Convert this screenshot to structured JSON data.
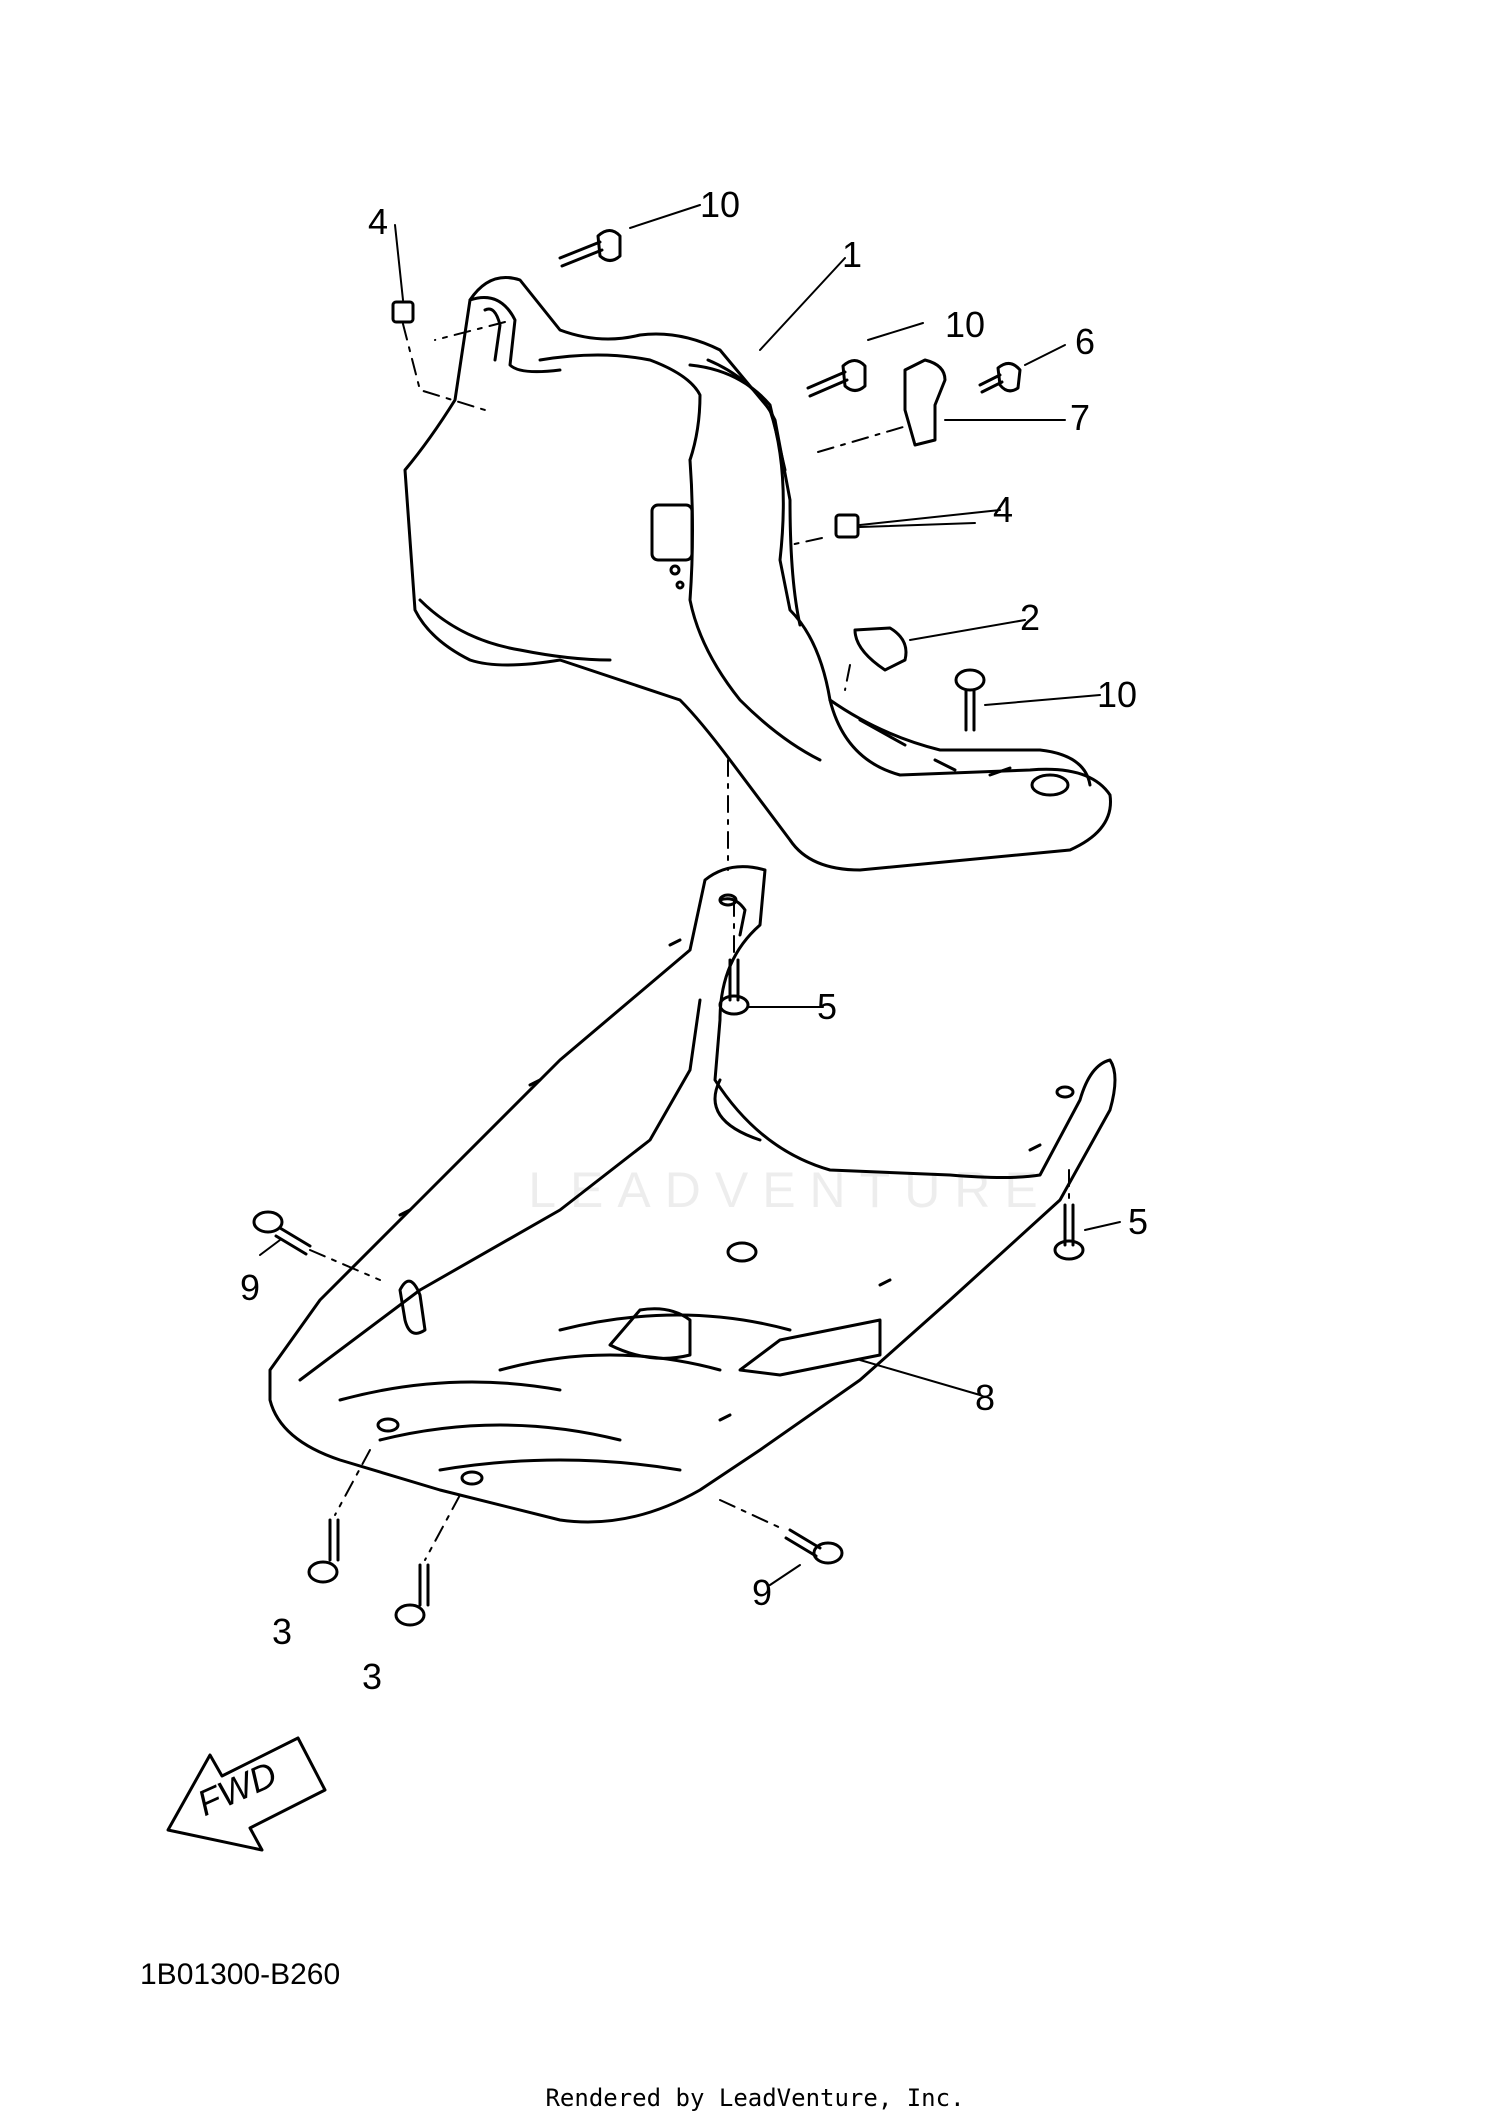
{
  "diagram": {
    "id_label": "1B01300-B260",
    "footer_text": "Rendered by LeadVenture, Inc.",
    "watermark_text": "LEADVENTURE",
    "fwd_label": "FWD",
    "callouts": [
      "1",
      "2",
      "3",
      "3",
      "4",
      "4",
      "5",
      "5",
      "6",
      "7",
      "8",
      "9",
      "9",
      "10",
      "10",
      "10"
    ],
    "line_color": "#000000",
    "background_color": "#ffffff"
  }
}
